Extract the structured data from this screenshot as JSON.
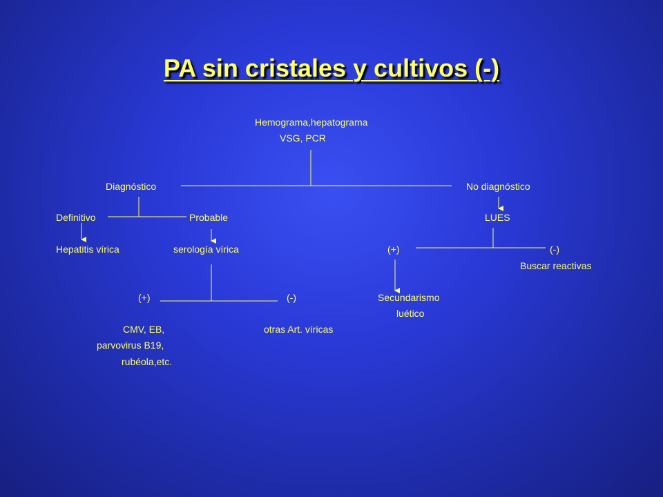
{
  "slide": {
    "title": "PA sin cristales y cultivos (-)",
    "accent_color": "#ffff66",
    "background_color": "#2a3ad8"
  },
  "diagram": {
    "root_line1": "Hemograma,hepatograma",
    "root_line2": "VSG, PCR",
    "diagnostico": "Diagnóstico",
    "no_diagnostico": "No diagnóstico",
    "definitivo": "Definitivo",
    "probable": "Probable",
    "lues": "LUES",
    "hepatitis": "Hepatitis vírica",
    "serologia": "serología vírica",
    "lues_pos": "(+)",
    "lues_neg": "(-)",
    "buscar_reactivas": "Buscar reactivas",
    "sero_pos": "(+)",
    "sero_neg": "(-)",
    "secundarismo_line1": "Secundarismo",
    "secundarismo_line2": "luético",
    "cmv_line1": "CMV, EB,",
    "cmv_line2": "parvovirus B19,",
    "cmv_line3": "rubéola,etc.",
    "otras": "otras Art. víricas"
  }
}
